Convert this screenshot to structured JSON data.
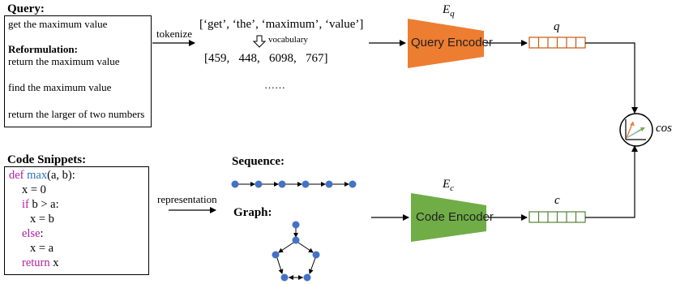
{
  "query": {
    "title": "Query:",
    "text": "get the maximum value",
    "reformulation_title": "Reformulation:",
    "reformulations": [
      "return the maximum value",
      "find the maximum value",
      "return the larger of two numbers"
    ]
  },
  "tokenize": {
    "label": "tokenize",
    "tokens": "[‘get’, ‘the’, ‘maximum’, ‘value’]",
    "vocab_label": "vocabulary",
    "ids": "[459,   448,   6098,   767]",
    "ellipsis": "……"
  },
  "code": {
    "title": "Code Snippets:",
    "lines": [
      {
        "kw": "def ",
        "fn": "max",
        "rest": "(a, b):"
      },
      {
        "kw": "",
        "fn": "",
        "rest": "x = 0"
      },
      {
        "kw": "if ",
        "fn": "",
        "rest": "b > a:"
      },
      {
        "kw": "",
        "fn": "",
        "rest": "x = b"
      },
      {
        "kw": "else",
        "fn": "",
        "rest": ":"
      },
      {
        "kw": "",
        "fn": "",
        "rest": "x = a"
      },
      {
        "kw": "return ",
        "fn": "",
        "rest": "x"
      }
    ]
  },
  "representation": {
    "label": "representation",
    "sequence_title": "Sequence:",
    "graph_title": "Graph:",
    "node_color": "#4472c4"
  },
  "query_encoder": {
    "label": "Query Encoder",
    "symbol_main": "E",
    "symbol_sub": "q",
    "color": "#ed7d31",
    "vector_label": "q"
  },
  "code_encoder": {
    "label": "Code Encoder",
    "symbol_main": "E",
    "symbol_sub": "c",
    "color": "#70ad47",
    "vector_label": "c"
  },
  "similarity": {
    "label": "cos"
  }
}
